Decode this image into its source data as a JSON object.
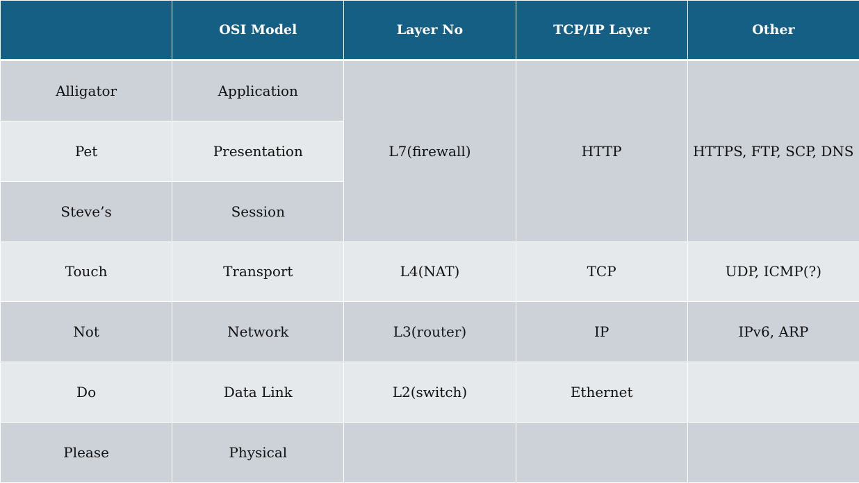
{
  "header": {
    "col0": "",
    "col1": "OSI Model",
    "col2": "Layer No",
    "col3": "TCP/IP Layer",
    "col4": "Other"
  },
  "rows": [
    {
      "mnemonic": "Alligator",
      "osi": "Application"
    },
    {
      "mnemonic": "Pet",
      "osi": "Presentation"
    },
    {
      "mnemonic": "Steve’s",
      "osi": "Session"
    },
    {
      "mnemonic": "Touch",
      "osi": "Transport",
      "layer": "L4(NAT)",
      "tcpip": "TCP",
      "other": "UDP, ICMP(?)"
    },
    {
      "mnemonic": "Not",
      "osi": "Network",
      "layer": "L3(router)",
      "tcpip": "IP",
      "other": "IPv6, ARP"
    },
    {
      "mnemonic": "Do",
      "osi": "Data Link",
      "layer": "L2(switch)",
      "tcpip": "Ethernet",
      "other": ""
    },
    {
      "mnemonic": "Please",
      "osi": "Physical",
      "layer": "",
      "tcpip": "",
      "other": ""
    }
  ],
  "merged_upper": {
    "layer": "L7(firewall)",
    "tcpip": "HTTP",
    "other": "HTTPS, FTP, SCP, DNS"
  },
  "colors": {
    "header_bg": "#155e84",
    "row_dark": "#cdd1d8",
    "row_light": "#e6e9ec"
  }
}
